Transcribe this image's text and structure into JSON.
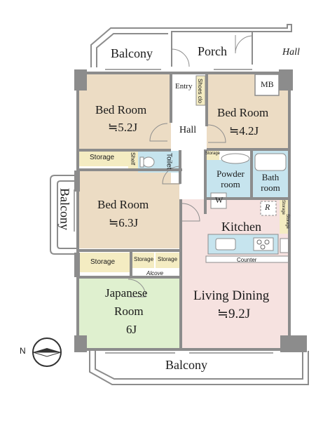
{
  "labels": {
    "balcony_top": "Balcony",
    "porch": "Porch",
    "hall_outside": "Hall",
    "entry": "Entry",
    "shoes_closet": "Shoes clo",
    "mb": "MB",
    "bedroom_1_name": "Bed Room",
    "bedroom_1_size": "≒5.2J",
    "bedroom_2_name": "Bed Room",
    "bedroom_2_size": "≒4.2J",
    "hall_inner": "Hall",
    "storage_1": "Storage",
    "shelf": "Shelf",
    "toilet": "Toilet",
    "storage_small": "Storage",
    "powder_room": "Powder room",
    "powder_w": "W",
    "bath_room": "Bath room",
    "balcony_side": "Balcony",
    "bedroom_3_name": "Bed Room",
    "bedroom_3_size": "≒6.3J",
    "kitchen": "Kitchen",
    "refrigerator": "R",
    "storage_kitchen_1": "Storage",
    "storage_kitchen_2": "Storage",
    "counter": "Counter",
    "storage_2": "Storage",
    "storage_3": "Storage",
    "storage_4": "Storage",
    "alcove": "Alcove",
    "japanese_room_1": "Japanese",
    "japanese_room_2": "Room",
    "japanese_room_size": "6J",
    "living_dining_name": "Living Dining",
    "living_dining_size": "≒9.2J",
    "balcony_bottom": "Balcony",
    "compass_n": "N"
  },
  "colors": {
    "wall": "#8c8c8c",
    "bedroom": "#ecdcc4",
    "tatami": "#dff0cf",
    "wet_area": "#c6e4ee",
    "kitchen": "#f6e2e0",
    "living": "#f6e2e0",
    "storage": "#f4ecc2",
    "floor": "#ffffff"
  }
}
